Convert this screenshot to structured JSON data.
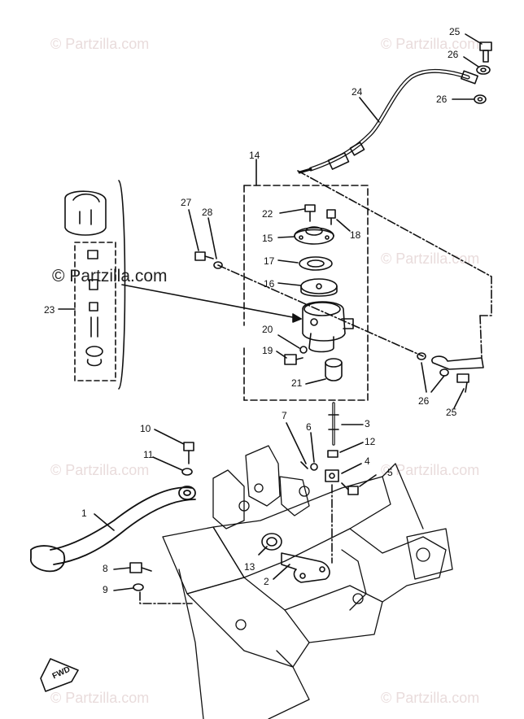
{
  "watermark": {
    "text": "© Partzilla.com",
    "color": "#e9dcdc",
    "strong_color": "#222222"
  },
  "callouts": [
    {
      "id": "c25a",
      "label": "25"
    },
    {
      "id": "c26a",
      "label": "26"
    },
    {
      "id": "c26b",
      "label": "26"
    },
    {
      "id": "c24",
      "label": "24"
    },
    {
      "id": "c14",
      "label": "14"
    },
    {
      "id": "c27",
      "label": "27"
    },
    {
      "id": "c28",
      "label": "28"
    },
    {
      "id": "c22",
      "label": "22"
    },
    {
      "id": "c18",
      "label": "18"
    },
    {
      "id": "c15",
      "label": "15"
    },
    {
      "id": "c17",
      "label": "17"
    },
    {
      "id": "c16",
      "label": "16"
    },
    {
      "id": "c23",
      "label": "23"
    },
    {
      "id": "c20",
      "label": "20"
    },
    {
      "id": "c19",
      "label": "19"
    },
    {
      "id": "c21",
      "label": "21"
    },
    {
      "id": "c26c",
      "label": "26"
    },
    {
      "id": "c25b",
      "label": "25"
    },
    {
      "id": "c3",
      "label": "3"
    },
    {
      "id": "c7",
      "label": "7"
    },
    {
      "id": "c6",
      "label": "6"
    },
    {
      "id": "c12",
      "label": "12"
    },
    {
      "id": "c4",
      "label": "4"
    },
    {
      "id": "c5",
      "label": "5"
    },
    {
      "id": "c10",
      "label": "10"
    },
    {
      "id": "c11",
      "label": "11"
    },
    {
      "id": "c1",
      "label": "1"
    },
    {
      "id": "c8",
      "label": "8"
    },
    {
      "id": "c9",
      "label": "9"
    },
    {
      "id": "c13",
      "label": "13"
    },
    {
      "id": "c2",
      "label": "2"
    }
  ],
  "fwd_label": "FWD"
}
